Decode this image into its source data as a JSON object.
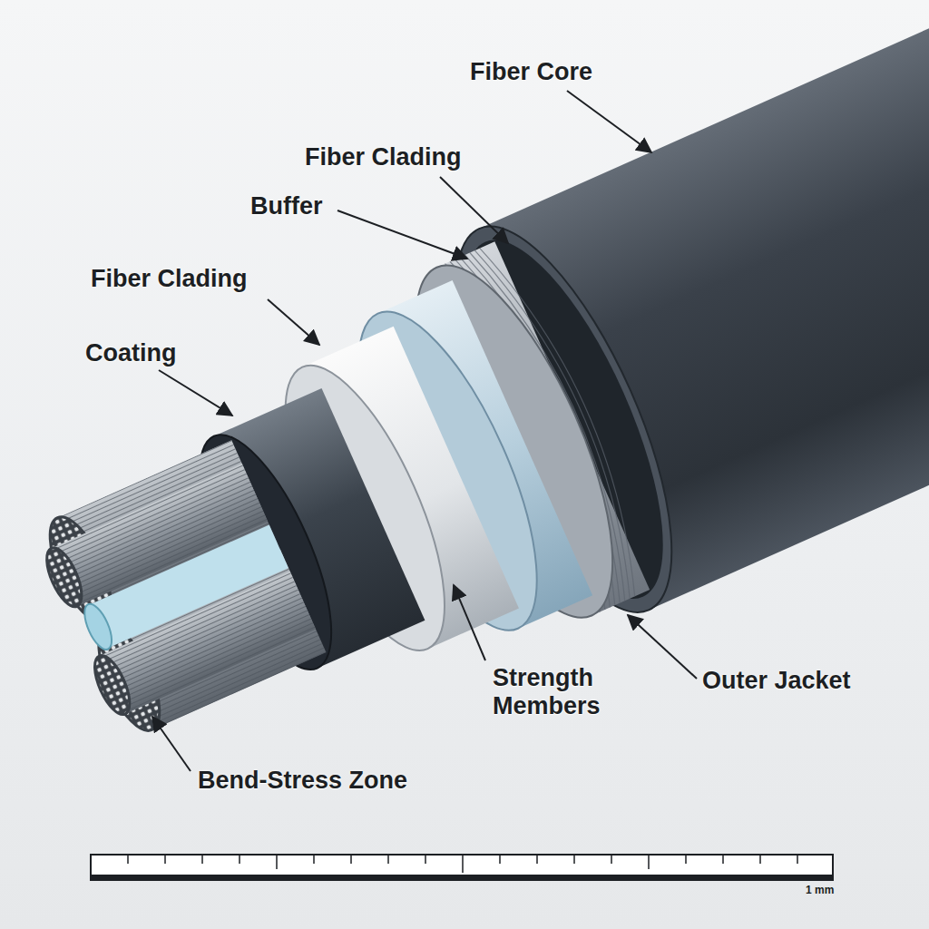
{
  "diagram": {
    "labels": [
      "Fiber Core",
      "Fiber Clading",
      "Buffer",
      "Fiber Clading",
      "Coating",
      "Strength Members",
      "Outer Jacket",
      "Bend-Stress Zone",
      "1 mm"
    ]
  }
}
